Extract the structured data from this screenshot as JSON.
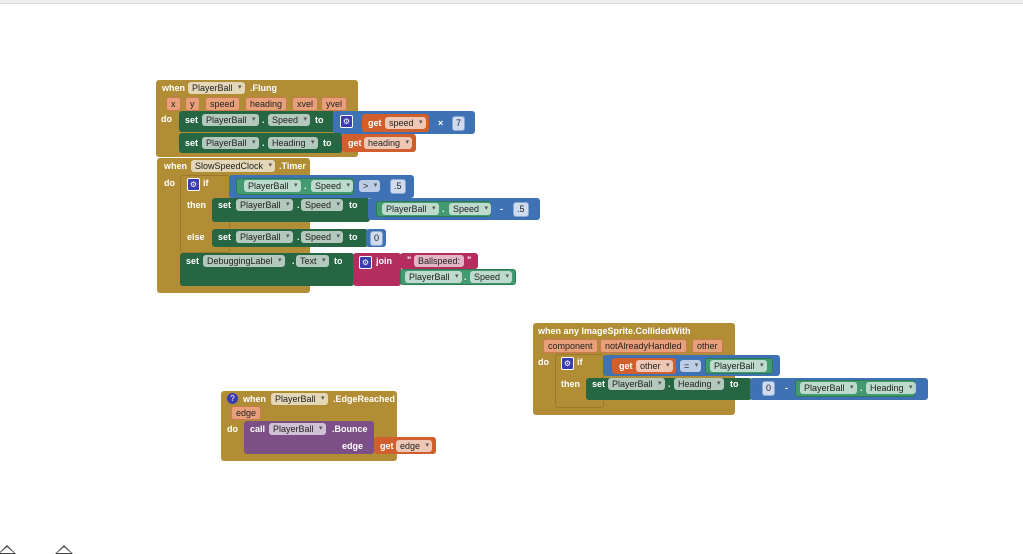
{
  "colors": {
    "event": "#b18e35",
    "setter": "#266643",
    "component_getter": "#439970",
    "math": "#3f71b5",
    "local_get": "#d05f2d",
    "text": "#b32d5e",
    "call": "#7d4f87"
  },
  "flung": {
    "when": "when",
    "component": "PlayerBall",
    "event": ".Flung",
    "params": [
      "x",
      "y",
      "speed",
      "heading",
      "xvel",
      "yvel"
    ],
    "do": "do",
    "set1": {
      "set": "set",
      "component": "PlayerBall",
      "dot": ".",
      "prop": "Speed",
      "to": "to",
      "get": "get",
      "var": "speed",
      "op": "×",
      "num": "7"
    },
    "set2": {
      "set": "set",
      "component": "PlayerBall",
      "dot": ".",
      "prop": "Heading",
      "to": "to",
      "get": "get",
      "var": "heading"
    }
  },
  "timer": {
    "when": "when",
    "component": "SlowSpeedClock",
    "event": ".Timer",
    "do": "do",
    "if": "if",
    "then": "then",
    "else": "else",
    "cond": {
      "component": "PlayerBall",
      "dot": ".",
      "prop": "Speed",
      "op": ">",
      "num": ".5"
    },
    "then_set": {
      "set": "set",
      "component": "PlayerBall",
      "dot": ".",
      "prop": "Speed",
      "to": "to",
      "g_component": "PlayerBall",
      "g_prop": "Speed",
      "op": "-",
      "num": ".5"
    },
    "else_set": {
      "set": "set",
      "component": "PlayerBall",
      "dot": ".",
      "prop": "Speed",
      "to": "to",
      "num": "0"
    },
    "label_set": {
      "set": "set",
      "component": "DebuggingLabel",
      "dot": ".",
      "prop": "Text",
      "to": "to",
      "join": "join",
      "text": "Ballspeed:",
      "q": "\"",
      "g_component": "PlayerBall",
      "g_prop": "Speed"
    }
  },
  "edge": {
    "q": "?",
    "when": "when",
    "component": "PlayerBall",
    "event": ".EdgeReached",
    "param": "edge",
    "do": "do",
    "call": "call",
    "call_component": "PlayerBall",
    "method": ".Bounce",
    "arg": "edge",
    "get": "get",
    "var": "edge"
  },
  "collide": {
    "title": "when any ImageSprite.CollidedWith",
    "params": [
      "component",
      "notAlreadyHandled",
      "other"
    ],
    "do": "do",
    "if": "if",
    "then": "then",
    "cond": {
      "get": "get",
      "var": "other",
      "op": "=",
      "component": "PlayerBall"
    },
    "set": {
      "set": "set",
      "component": "PlayerBall",
      "dot": ".",
      "prop": "Heading",
      "to": "to",
      "num": "0",
      "op": "-",
      "g_component": "PlayerBall",
      "g_prop": "Heading"
    }
  }
}
